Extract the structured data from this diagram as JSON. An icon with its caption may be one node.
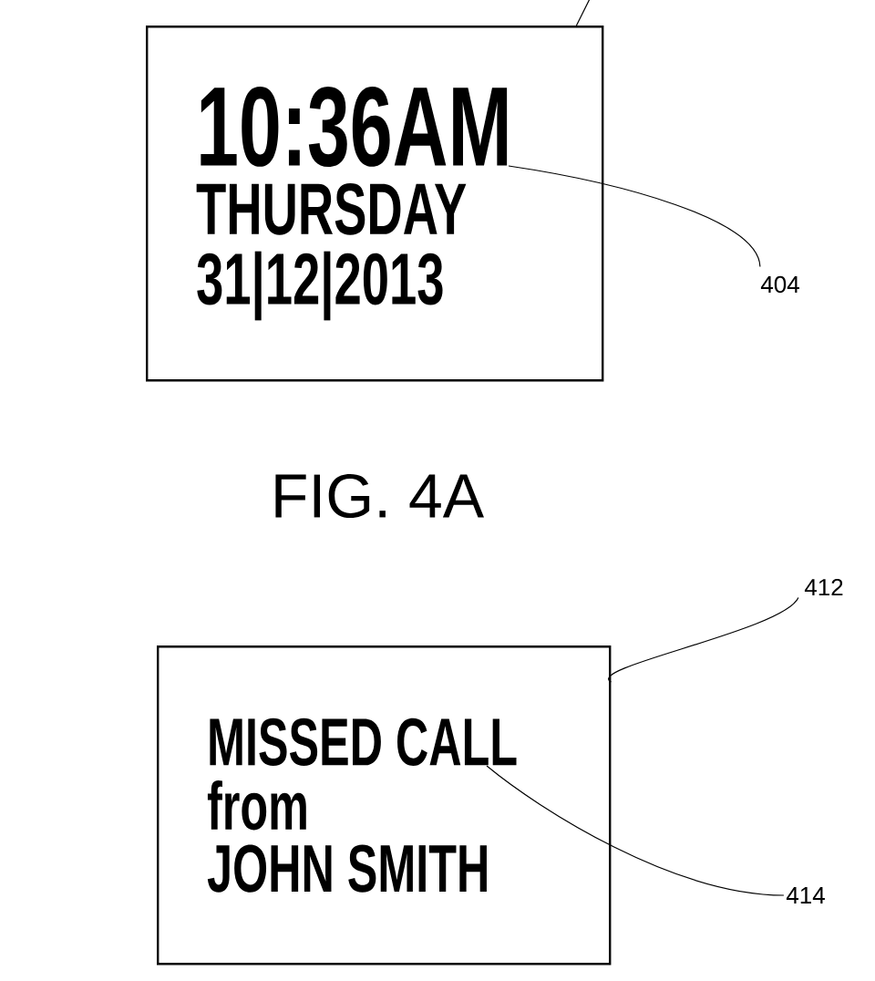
{
  "diagram": {
    "nodes": [
      {
        "text": [
          "10:36AM",
          "THURSDAY",
          "31|12|2013"
        ]
      },
      {
        "text": [
          "404"
        ]
      },
      {
        "text": [
          "MISSED CALL",
          "from",
          "JOHN SMITH"
        ]
      },
      {
        "text": [
          "412"
        ]
      },
      {
        "text": [
          "414"
        ]
      }
    ],
    "edges": [
      {
        "from": null,
        "to": 0,
        "arrow": "none"
      },
      {
        "from": 1,
        "to": 0,
        "arrow": "none"
      },
      {
        "from": 3,
        "to": 2,
        "arrow": "none"
      },
      {
        "from": 4,
        "to": 2,
        "arrow": "none"
      }
    ],
    "labels": [
      "FIG. 4A"
    ]
  }
}
